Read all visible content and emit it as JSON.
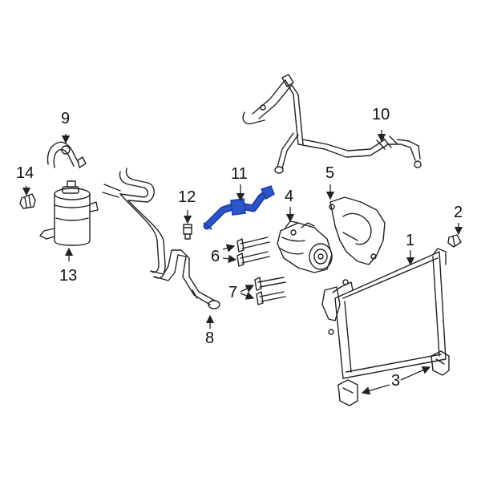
{
  "callouts": {
    "c1": "1",
    "c2": "2",
    "c3": "3",
    "c4": "4",
    "c5": "5",
    "c6": "6",
    "c7": "7",
    "c8": "8",
    "c9": "9",
    "c10": "10",
    "c11": "11",
    "c12": "12",
    "c13": "13",
    "c14": "14"
  },
  "colors": {
    "line": "#222222",
    "highlight": "#1f3fa8",
    "highlight_fill": "#2b56c9"
  },
  "highlighted_part": "11"
}
